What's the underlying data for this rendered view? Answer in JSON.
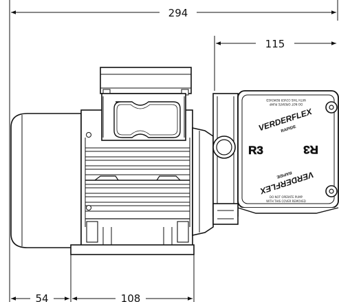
{
  "dimensions": {
    "overall_length": "294",
    "pump_head_depth": "115",
    "motor_front_offset": "54",
    "foot_length": "108"
  },
  "pump_cover": {
    "brand_top": "VERDERFLEX",
    "model_top": "RAPIDE",
    "brand_bottom": "VERDERFLEX",
    "model_bottom": "RAPIDE",
    "size_left": "R3",
    "size_right": "R3",
    "warning_line_1": "DO NOT OPERATE PUMP",
    "warning_line_2": "WITH THIS COVER REMOVED",
    "warning_top_line_1": "DO NOT OPERATE PUMP",
    "warning_top_line_2": "WITH THIS COVER REMOVED"
  },
  "colors": {
    "line": "#111111",
    "background": "#ffffff"
  }
}
